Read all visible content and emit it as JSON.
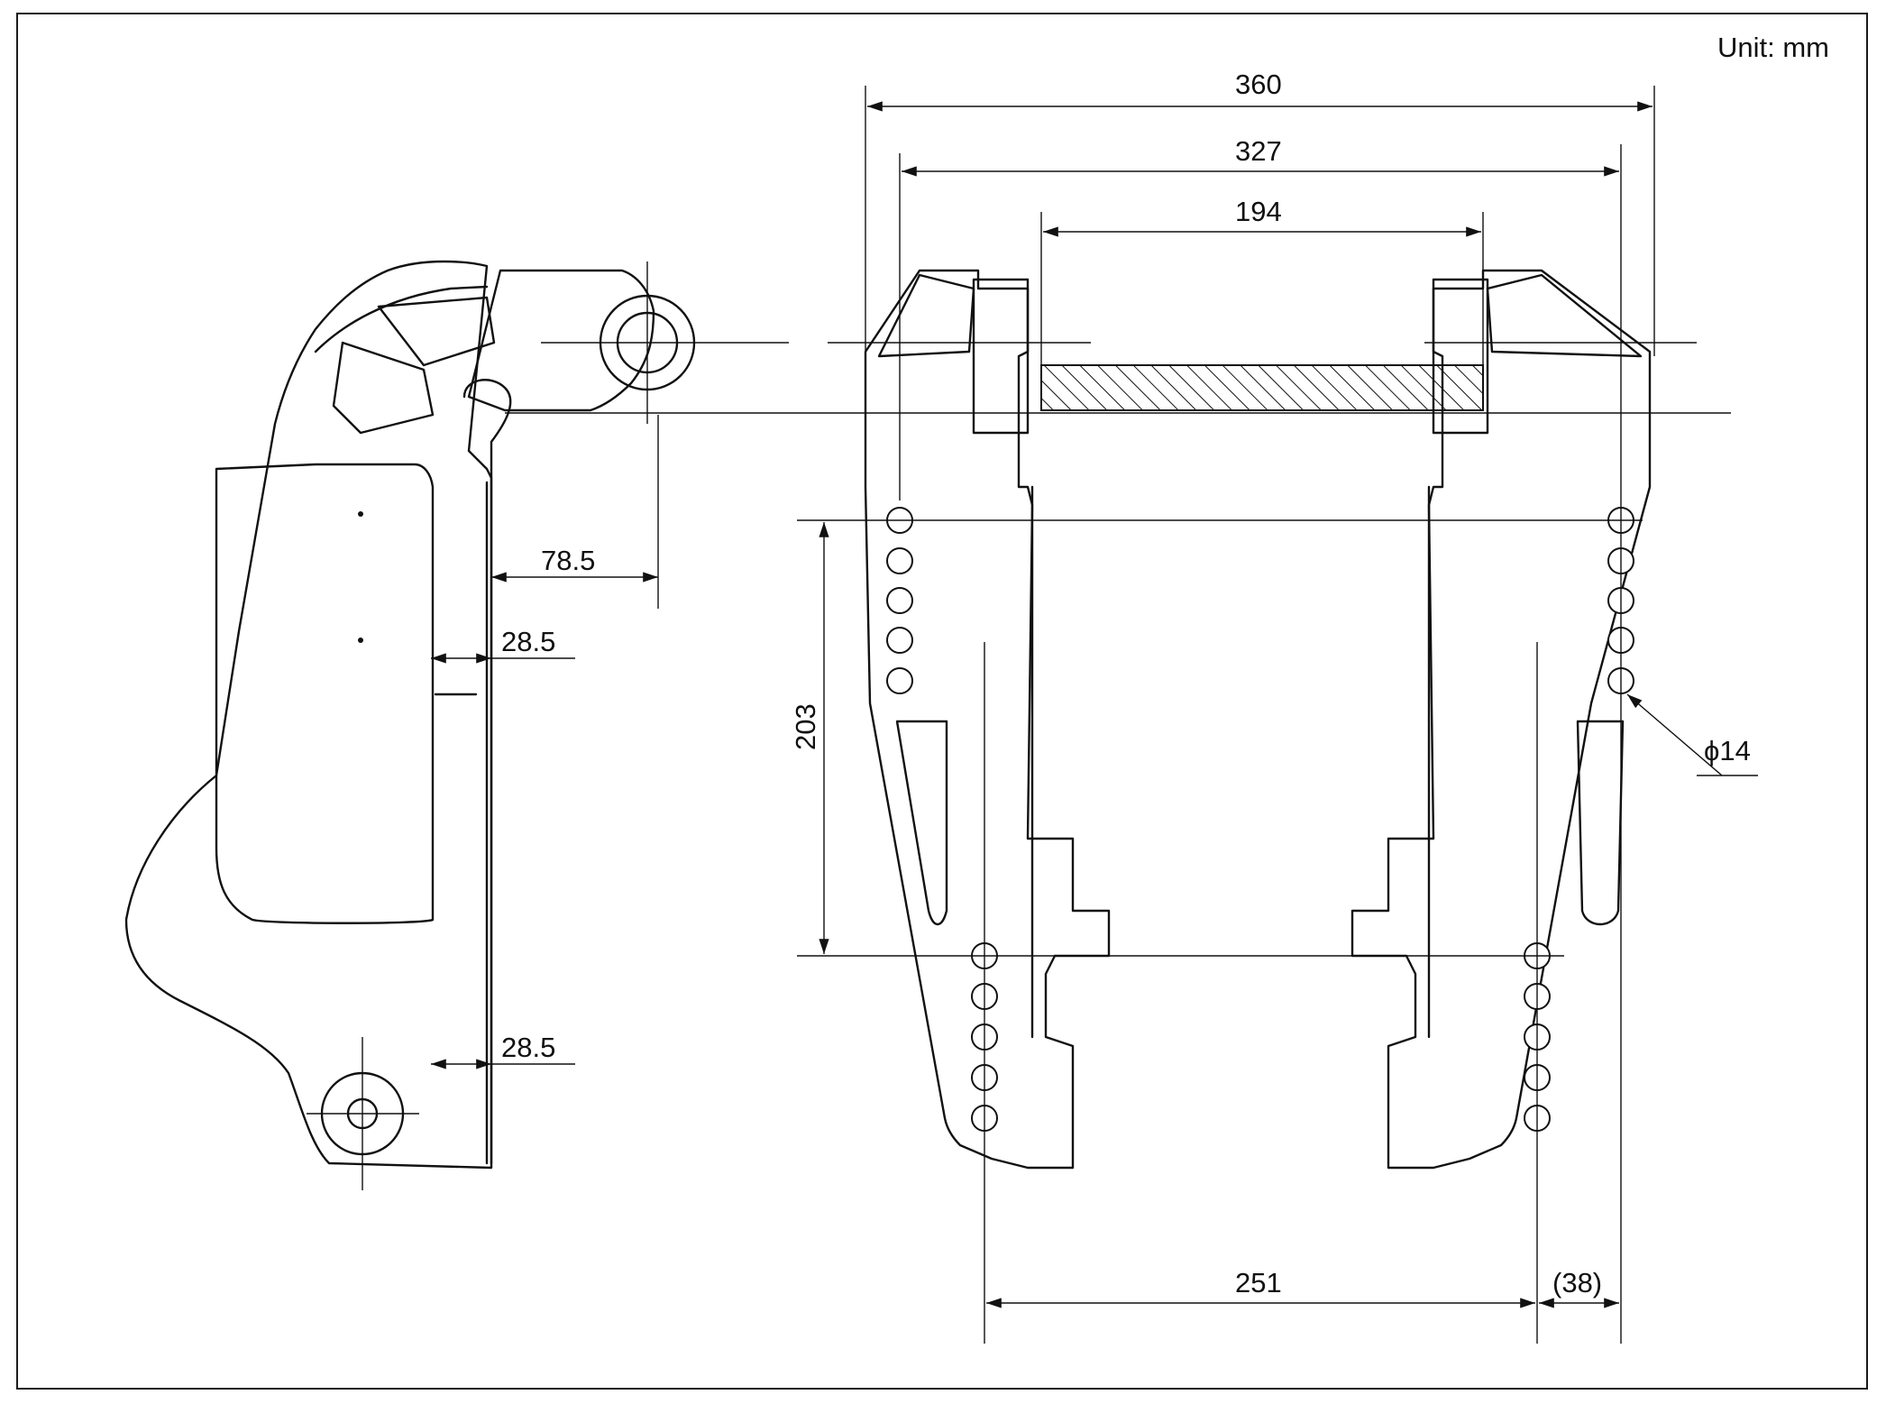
{
  "unit_label": "Unit: mm",
  "dimensions": {
    "overall_width": "360",
    "outer_width": "327",
    "inner_width": "194",
    "pin_offset": "78.5",
    "thickness_upper": "28.5",
    "thickness_lower": "28.5",
    "vertical_hole_spacing": "203",
    "hole_diameter": "ϕ14",
    "lower_span": "251",
    "lower_offset": "(38)"
  }
}
